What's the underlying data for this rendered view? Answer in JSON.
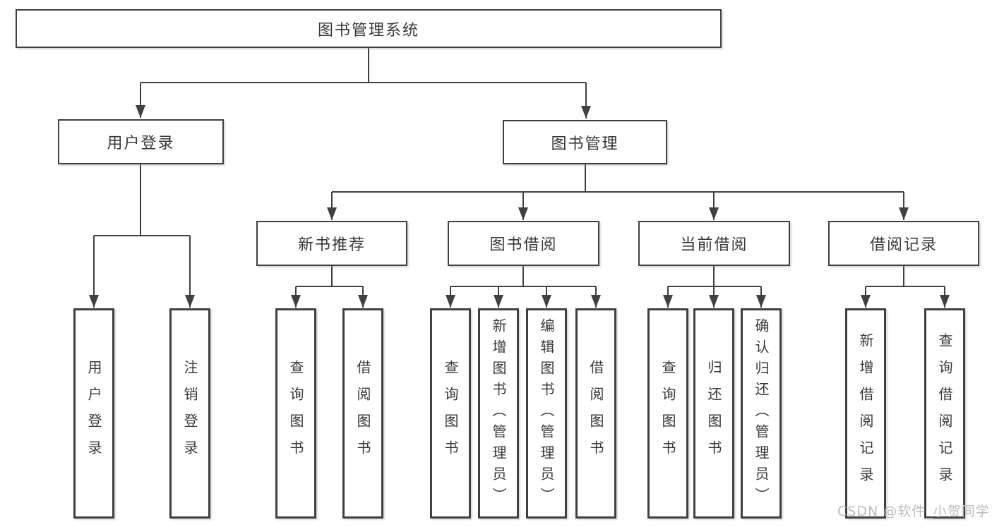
{
  "colors": {
    "line": "#404040",
    "node_border": "#404040",
    "node_text": "#383838",
    "background": "#ffffff",
    "watermark_text": "#bcbcbc"
  },
  "watermark": "CSDN @软件_小贺同学",
  "tree": {
    "root": "图书管理系统",
    "branches": [
      {
        "label": "用户登录",
        "leaves": [
          "用户登录",
          "注销登录"
        ]
      },
      {
        "label": "图书管理",
        "groups": [
          {
            "label": "新书推荐",
            "leaves": [
              "查询图书",
              "借阅图书"
            ]
          },
          {
            "label": "图书借阅",
            "leaves": [
              "查询图书",
              "新增图书（管理员）",
              "编辑图书（管理员）",
              "借阅图书"
            ]
          },
          {
            "label": "当前借阅",
            "leaves": [
              "查询图书",
              "归还图书",
              "确认归还（管理员）"
            ]
          },
          {
            "label": "借阅记录",
            "leaves": [
              "新增借阅记录",
              "查询借阅记录"
            ]
          }
        ]
      }
    ]
  }
}
